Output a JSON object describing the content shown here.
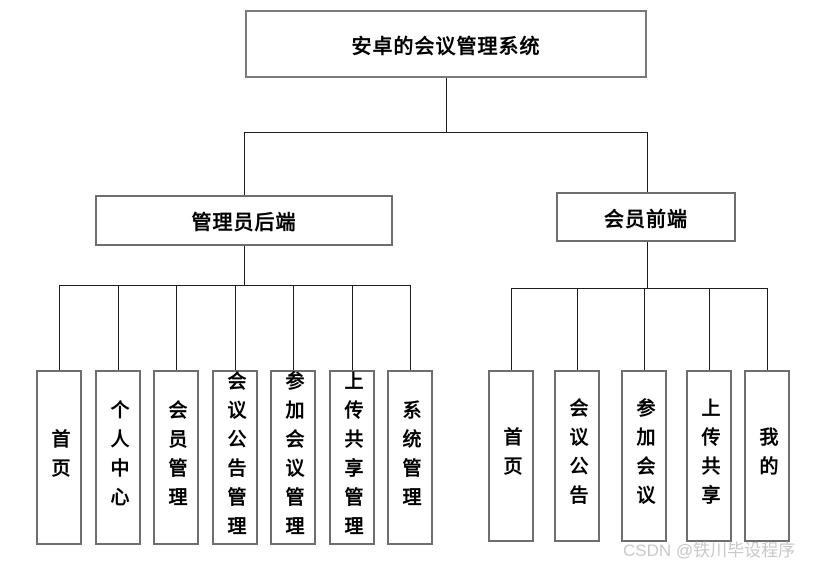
{
  "diagram": {
    "title": "安卓的会议管理系统",
    "root": {
      "label": "安卓的会议管理系统"
    },
    "branches": [
      {
        "label": "管理员后端",
        "children": [
          "首页",
          "个人中心",
          "会员管理",
          "会议公告管理",
          "参加会议管理",
          "上传共享管理",
          "系统管理"
        ]
      },
      {
        "label": "会员前端",
        "children": [
          "首页",
          "会议公告",
          "参加会议",
          "上传共享",
          "我的"
        ]
      }
    ],
    "watermark": "CSDN @铁川毕设程序",
    "colors": {
      "box_border": "#6e6e6e",
      "connector_line": "#1c1c1c",
      "text": "#000000",
      "watermark_text": "#cbc8c8",
      "background": "#ffffff"
    }
  }
}
